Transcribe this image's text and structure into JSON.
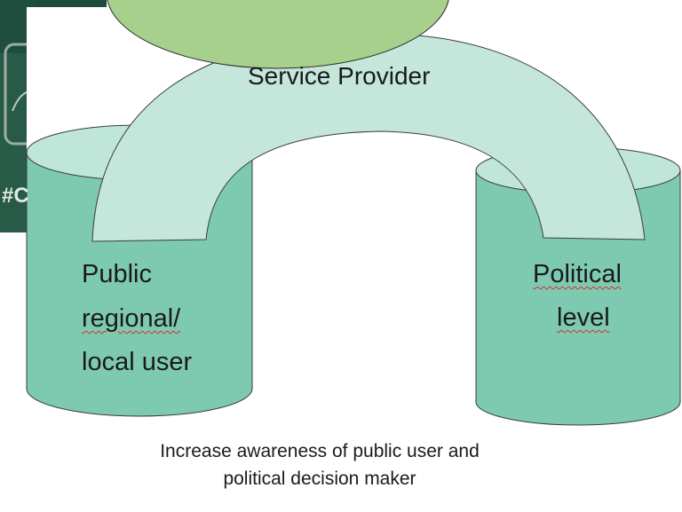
{
  "background": {
    "partial_text": "#C",
    "colors": {
      "photo_dark": "#20523f",
      "photo_mid": "#2f6b55",
      "page": "#ffffff"
    }
  },
  "diagram": {
    "top_label": "Service Provider",
    "left_cylinder": {
      "line1": "Public",
      "line2": "regional/",
      "line3": "local user"
    },
    "right_cylinder": {
      "line1": "Political",
      "line2": "level"
    },
    "caption_line1": "Increase awareness of public user and",
    "caption_line2": "political decision maker",
    "colors": {
      "cylinder_fill": "#7ecab1",
      "cylinder_top": "#bfe6d8",
      "cylinder_stroke": "#3c3c3c",
      "arch_fill": "#c4e6db",
      "top_ellipse": "#a8d08d",
      "spellcheck_underline": "#d33030"
    }
  }
}
